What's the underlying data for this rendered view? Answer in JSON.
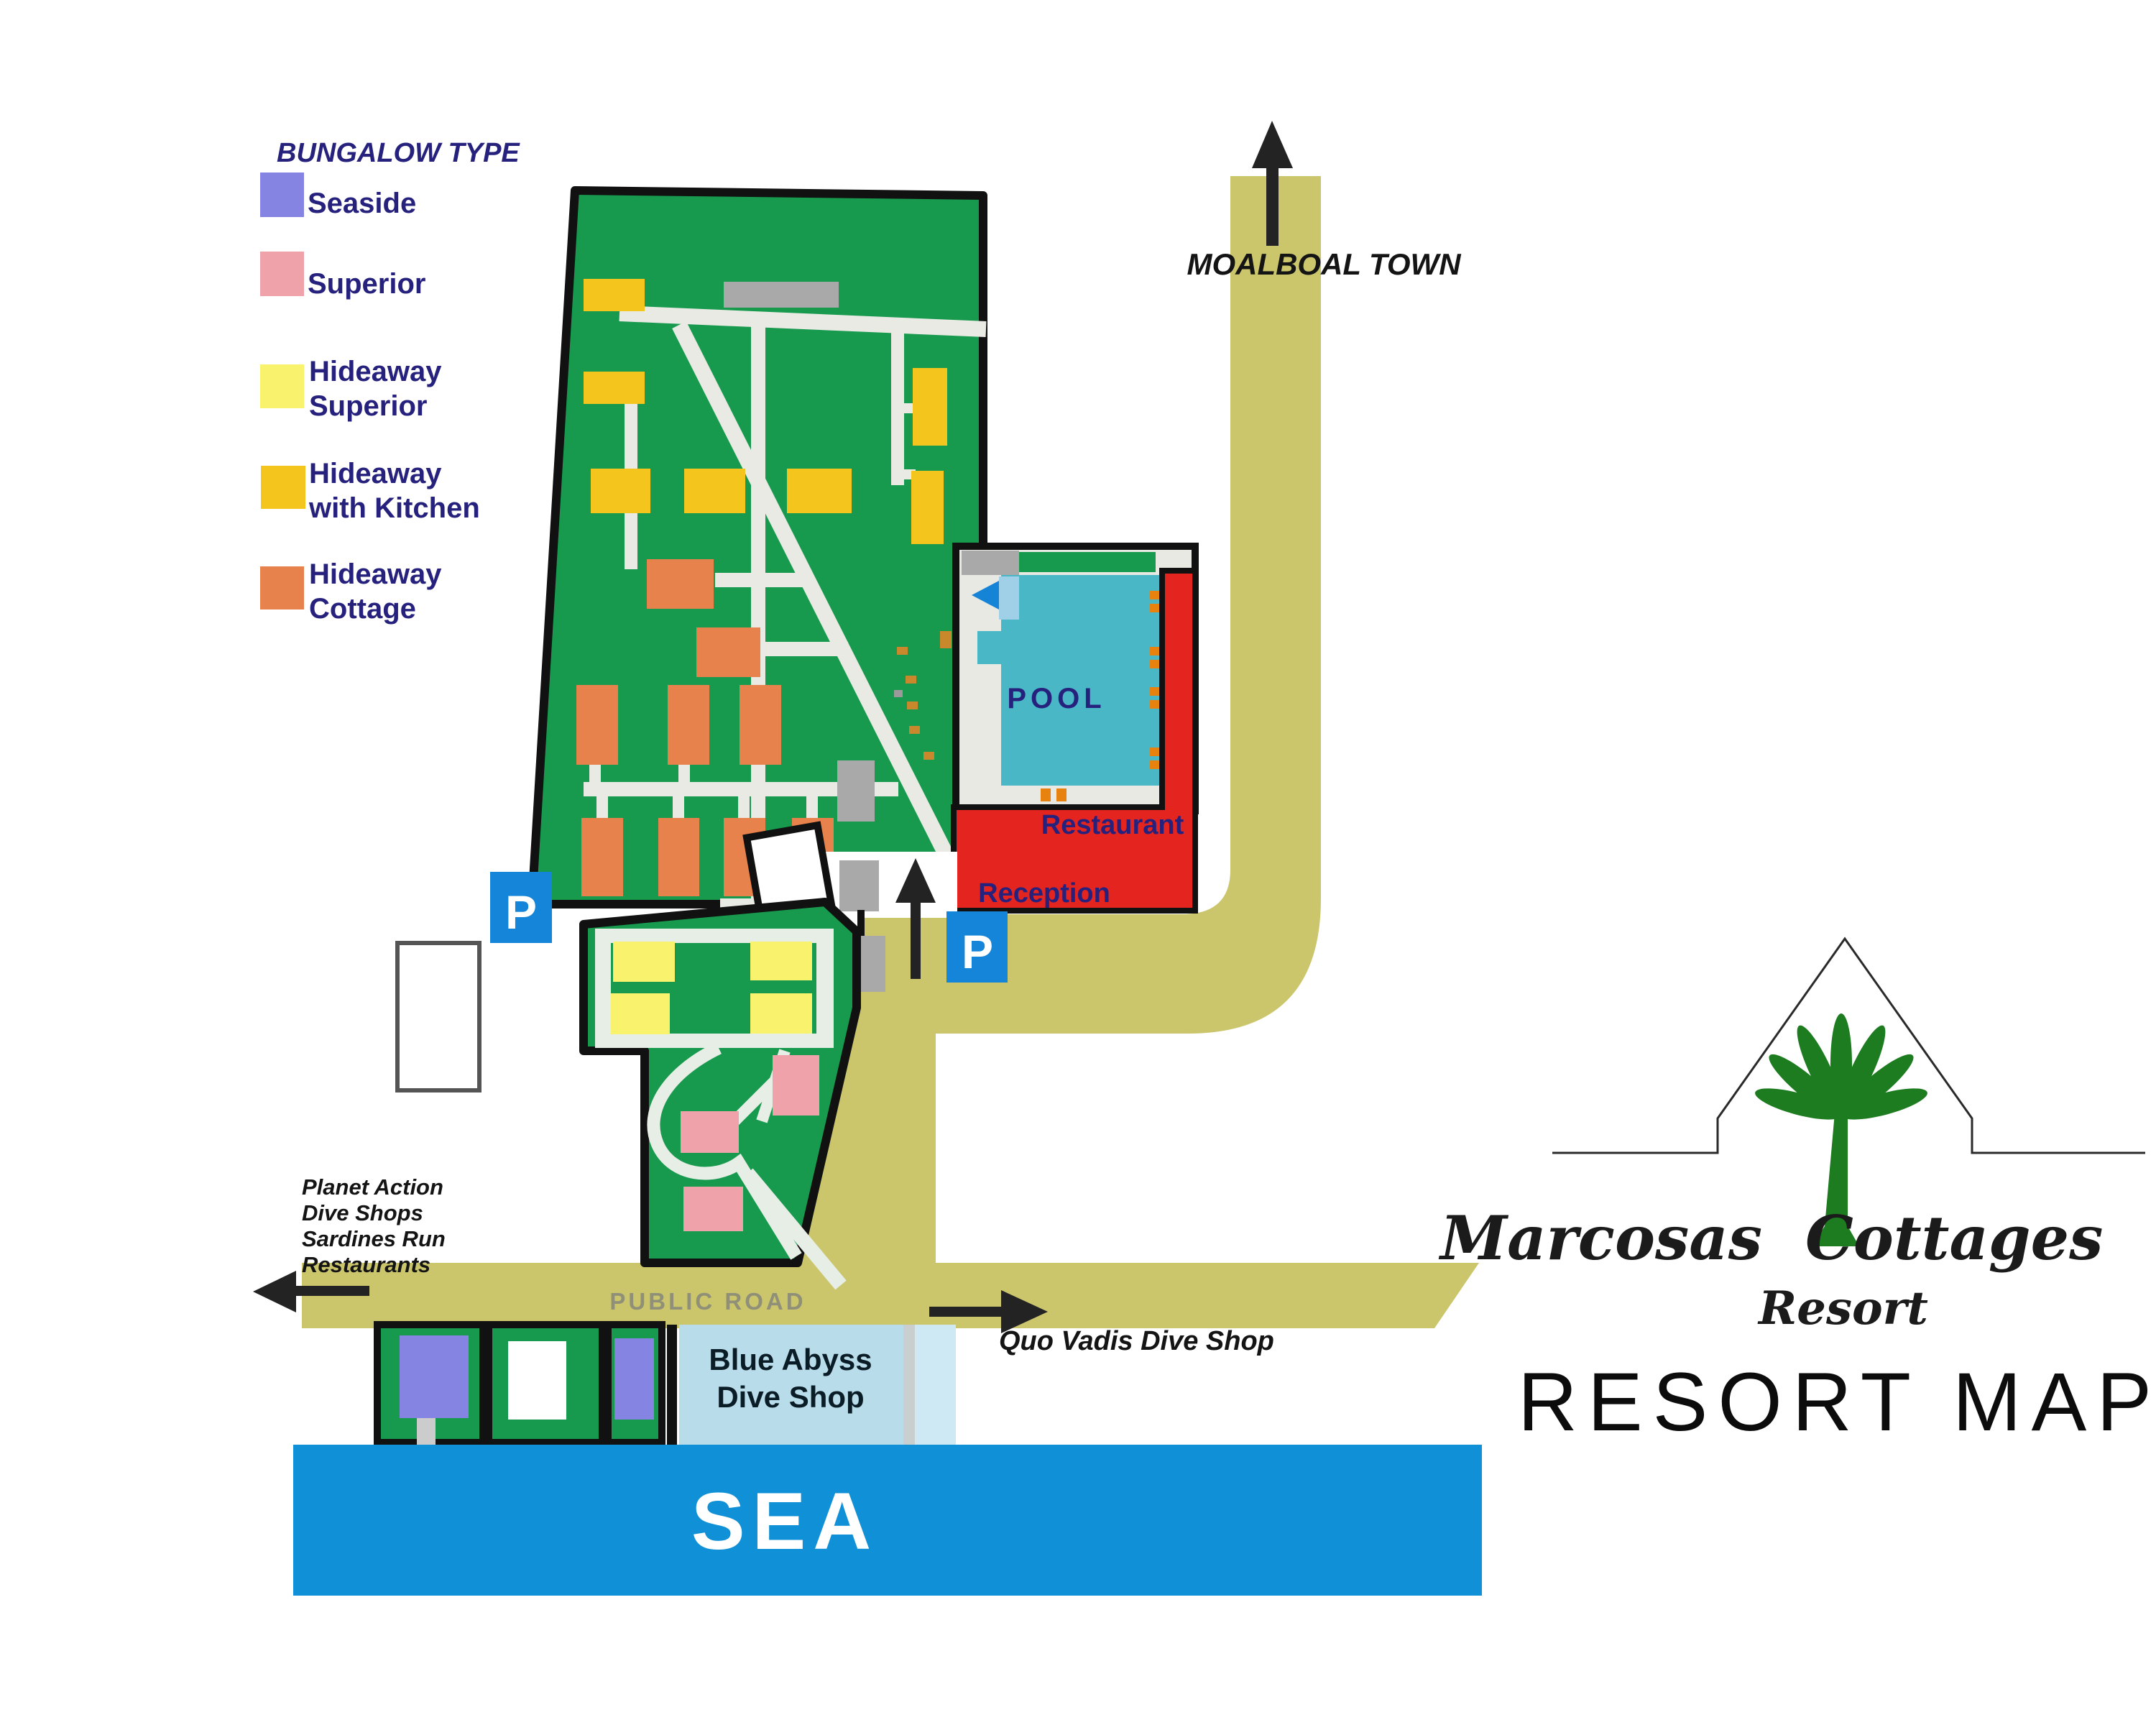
{
  "colors": {
    "green": "#189a4e",
    "road": "#cbc66c",
    "path": "#e8eae3",
    "pool": "#49b7c6",
    "red": "#e3241f",
    "sea": "#0f90d7",
    "lightblue": "#b9dcea",
    "lightblue2": "#cfe9f4",
    "purple": "#8684e2",
    "pink": "#efa2aa",
    "yellow": "#f8f26d",
    "gold": "#f4c51d",
    "orange": "#e8824c",
    "gray": "#a9a9a9",
    "pblue": "#1485d8",
    "navy": "#26217d",
    "black": "#111111",
    "roadtext": "#8f9077",
    "logogreen": "#1c7c1f"
  },
  "legend": {
    "title": "BUNGALOW TYPE",
    "items": [
      {
        "line1": "Seaside",
        "line2": "",
        "color": "#8684e2"
      },
      {
        "line1": "Superior",
        "line2": "",
        "color": "#efa2aa"
      },
      {
        "line1": "Hideaway",
        "line2": "Superior",
        "color": "#f8f26d"
      },
      {
        "line1": "Hideaway",
        "line2": "with Kitchen",
        "color": "#f4c51d"
      },
      {
        "line1": "Hideaway",
        "line2": "Cottage",
        "color": "#e8824c"
      }
    ]
  },
  "map": {
    "pool": "POOL",
    "restaurant": "Restaurant",
    "reception": "Reception",
    "sea": "SEA",
    "public_road": "PUBLIC ROAD",
    "moalboal": "MOALBOAL TOWN",
    "quo_vadis": "Quo Vadis Dive Shop",
    "blue_abyss_line1": "Blue Abyss",
    "blue_abyss_line2": "Dive Shop",
    "west_lines": [
      "Planet Action",
      "Dive Shops",
      "Sardines Run",
      "Restaurants"
    ],
    "parking": "P"
  },
  "logo": {
    "name_left": "Marcosas",
    "name_right": "Cottages",
    "subtitle": "Resort",
    "caption": "RESORT MAP"
  }
}
